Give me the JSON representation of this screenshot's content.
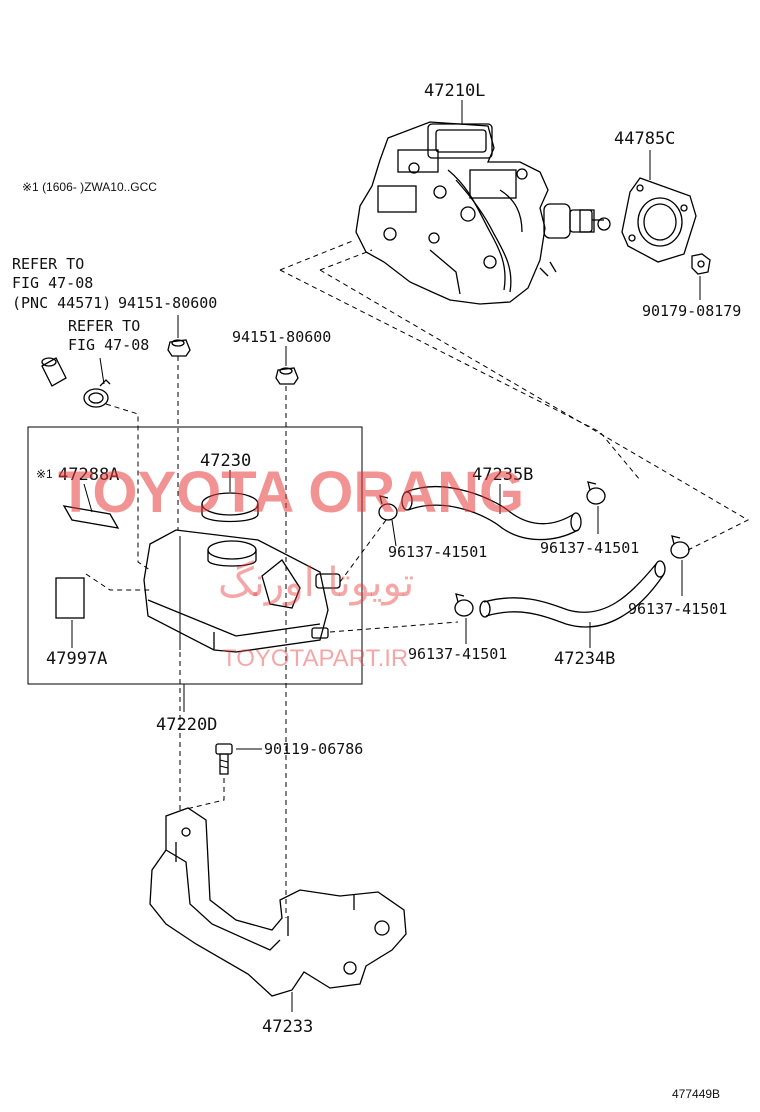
{
  "diagram": {
    "note_code": "※1 (1606-     )ZWA10..GCC",
    "note_mark": "※1",
    "refer1": [
      "REFER TO",
      "FIG 47-08",
      "(PNC 44571)"
    ],
    "refer2": [
      "REFER TO",
      "FIG 47-08"
    ],
    "parts": {
      "p47210L": "47210L",
      "p44785C": "44785C",
      "p90179": "90179-08179",
      "p94151a": "94151-80600",
      "p94151b": "94151-80600",
      "p47230": "47230",
      "p47288A": "47288A",
      "p47235B": "47235B",
      "p96137a": "96137-41501",
      "p96137b": "96137-41501",
      "p96137c": "96137-41501",
      "p96137d": "96137-41501",
      "p47997A": "47997A",
      "p47234B": "47234B",
      "p47220D": "47220D",
      "p90119": "90119-06786",
      "p47233": "47233"
    },
    "figure_id": "477449B"
  },
  "watermark": {
    "brand": "TOYOTA ORANG",
    "farsi": "تویوتا اورنگ",
    "url": "TOYOTAPART.IR"
  }
}
